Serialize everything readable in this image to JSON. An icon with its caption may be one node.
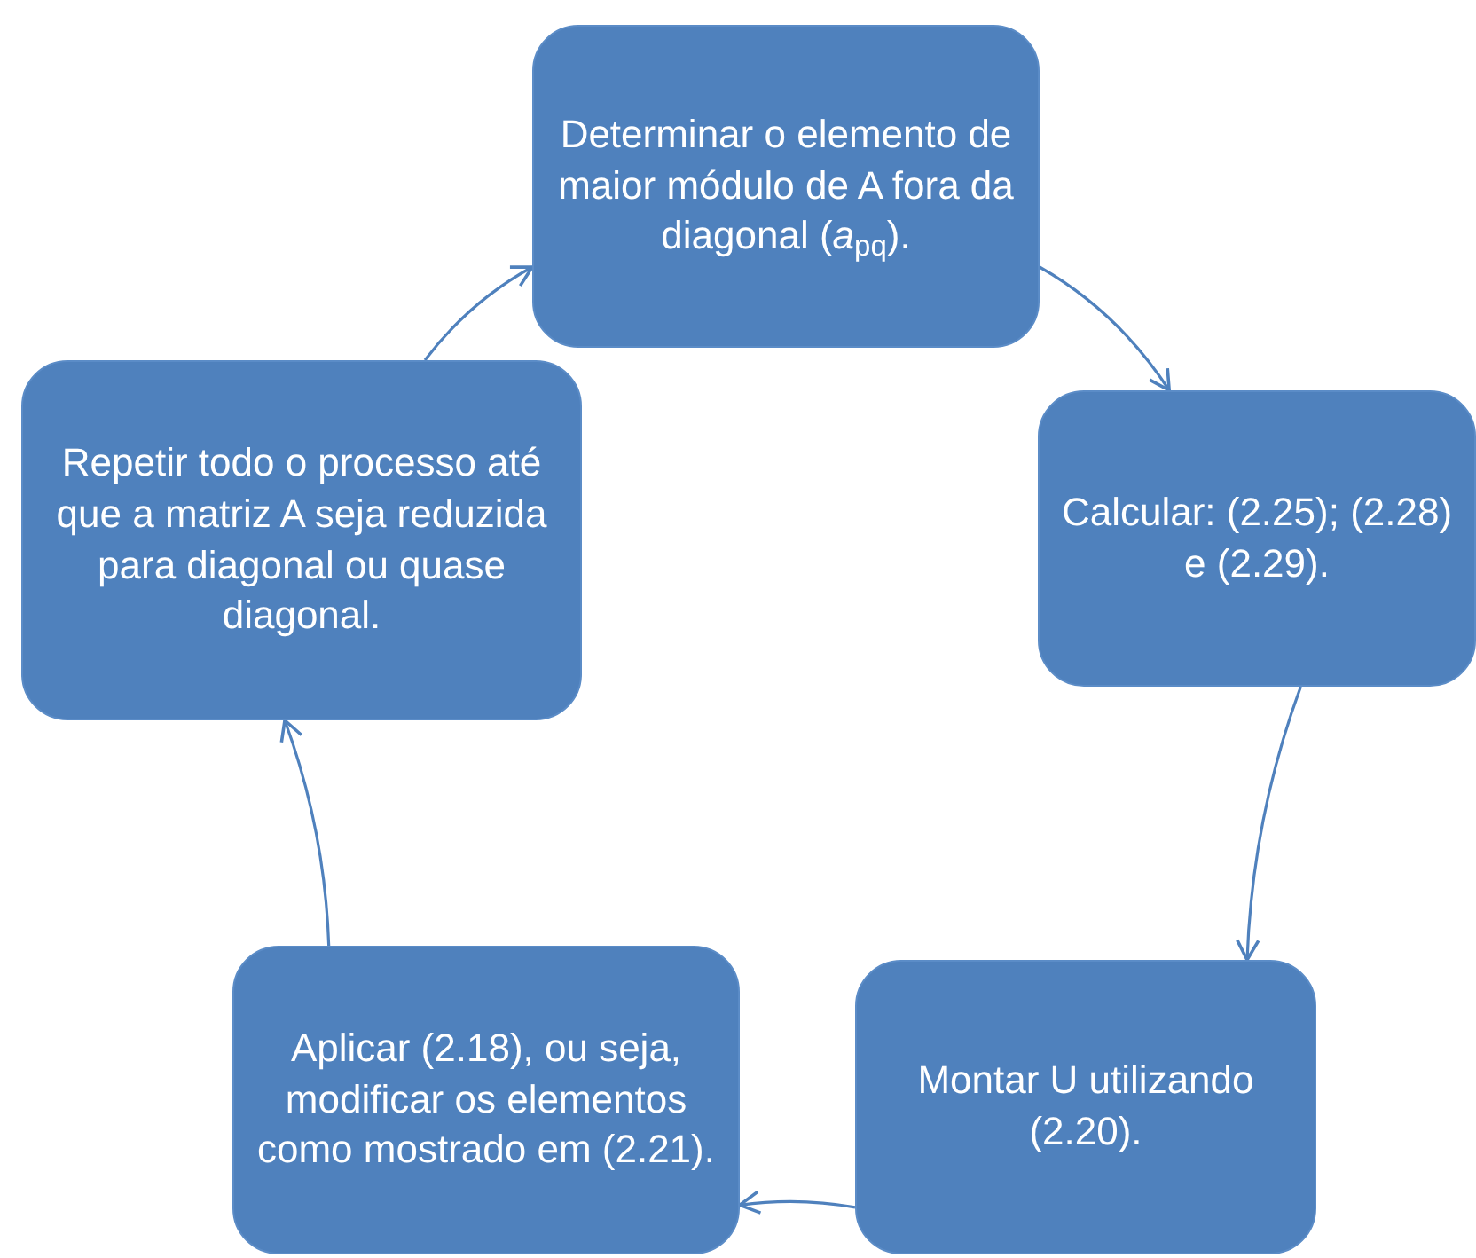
{
  "diagram": {
    "nodes": [
      {
        "text": [
          "Determinar o elemento de maior módulo de A fora da diagonal (*a*$_{pq}$)."
        ]
      },
      {
        "text": [
          "Calcular: (2.25); (2.28) e (2.29)."
        ]
      },
      {
        "text": [
          "Montar U utilizando (2.20)."
        ]
      },
      {
        "text": [
          "Aplicar (2.18), ou seja, modificar os elementos como mostrado em (2.21)."
        ]
      },
      {
        "text": [
          "Repetir todo o processo até que a matriz A seja reduzida para diagonal ou quase diagonal."
        ]
      }
    ],
    "edges": [
      {
        "from": 0,
        "to": 1,
        "arrow": "to"
      },
      {
        "from": 1,
        "to": 2,
        "arrow": "to"
      },
      {
        "from": 2,
        "to": 3,
        "arrow": "to"
      },
      {
        "from": 3,
        "to": 4,
        "arrow": "to"
      },
      {
        "from": 4,
        "to": 0,
        "arrow": "to"
      }
    ]
  }
}
